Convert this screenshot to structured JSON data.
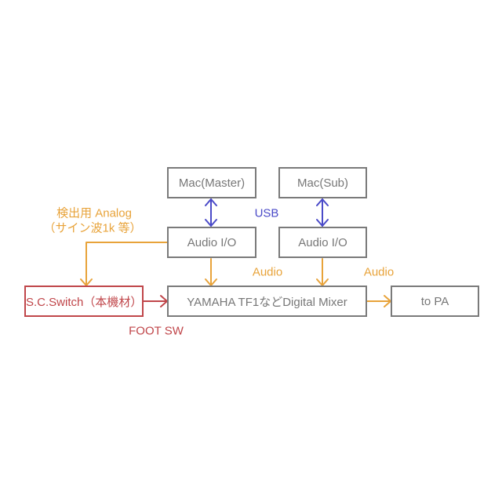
{
  "colors": {
    "box": "#7a7a7a",
    "audio": "#e8a33a",
    "usb": "#4a4ac8",
    "foot": "#c0464a"
  },
  "nodes": {
    "mac_master": "Mac(Master)",
    "mac_sub": "Mac(Sub)",
    "audio_io_1": "Audio I/O",
    "audio_io_2": "Audio I/O",
    "mixer": "YAMAHA TF1などDigital Mixer",
    "switch": "S.C.Switch（本機材）",
    "pa": "to PA"
  },
  "labels": {
    "usb": "USB",
    "audio_1": "Audio",
    "audio_2": "Audio",
    "foot_sw": "FOOT SW",
    "analog_line1": "検出用 Analog",
    "analog_line2": "（サイン波1k 等）"
  }
}
